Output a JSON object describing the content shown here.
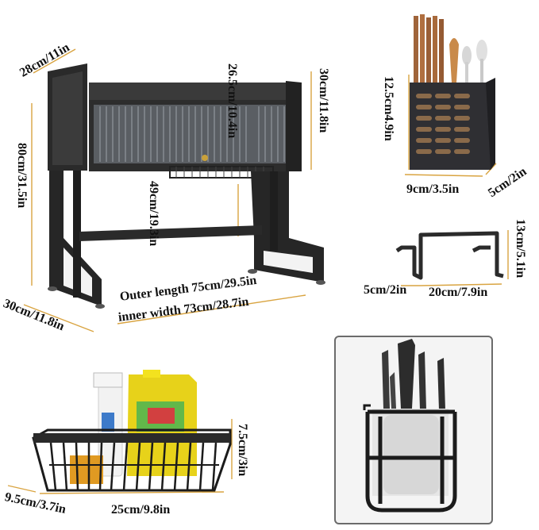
{
  "rack": {
    "depth_top": "28cm/11in",
    "height_total": "80cm/31.5in",
    "cabinet_height": "26.5cm/10.4in",
    "side_height": "30cm/11.8in",
    "inner_height": "49cm/19.3in",
    "depth_bottom": "30cm/11.8in",
    "outer_length": "Outer length 75cm/29.5in",
    "inner_width": "inner width 73cm/28.7in"
  },
  "utensil_holder": {
    "height": "12.5cm4.9in",
    "width": "9cm/3.5in",
    "depth": "5cm/2in"
  },
  "hook": {
    "height": "13cm/5.1in",
    "depth": "5cm/2in",
    "width": "20cm/7.9in"
  },
  "basket": {
    "height": "7.5cm/3in",
    "depth": "9.5cm/3.7in",
    "width": "25cm/9.8in"
  },
  "colors": {
    "metal": "#2b2b2b",
    "dimension_line": "#d9a441",
    "frame_border": "#6b6b6b"
  }
}
